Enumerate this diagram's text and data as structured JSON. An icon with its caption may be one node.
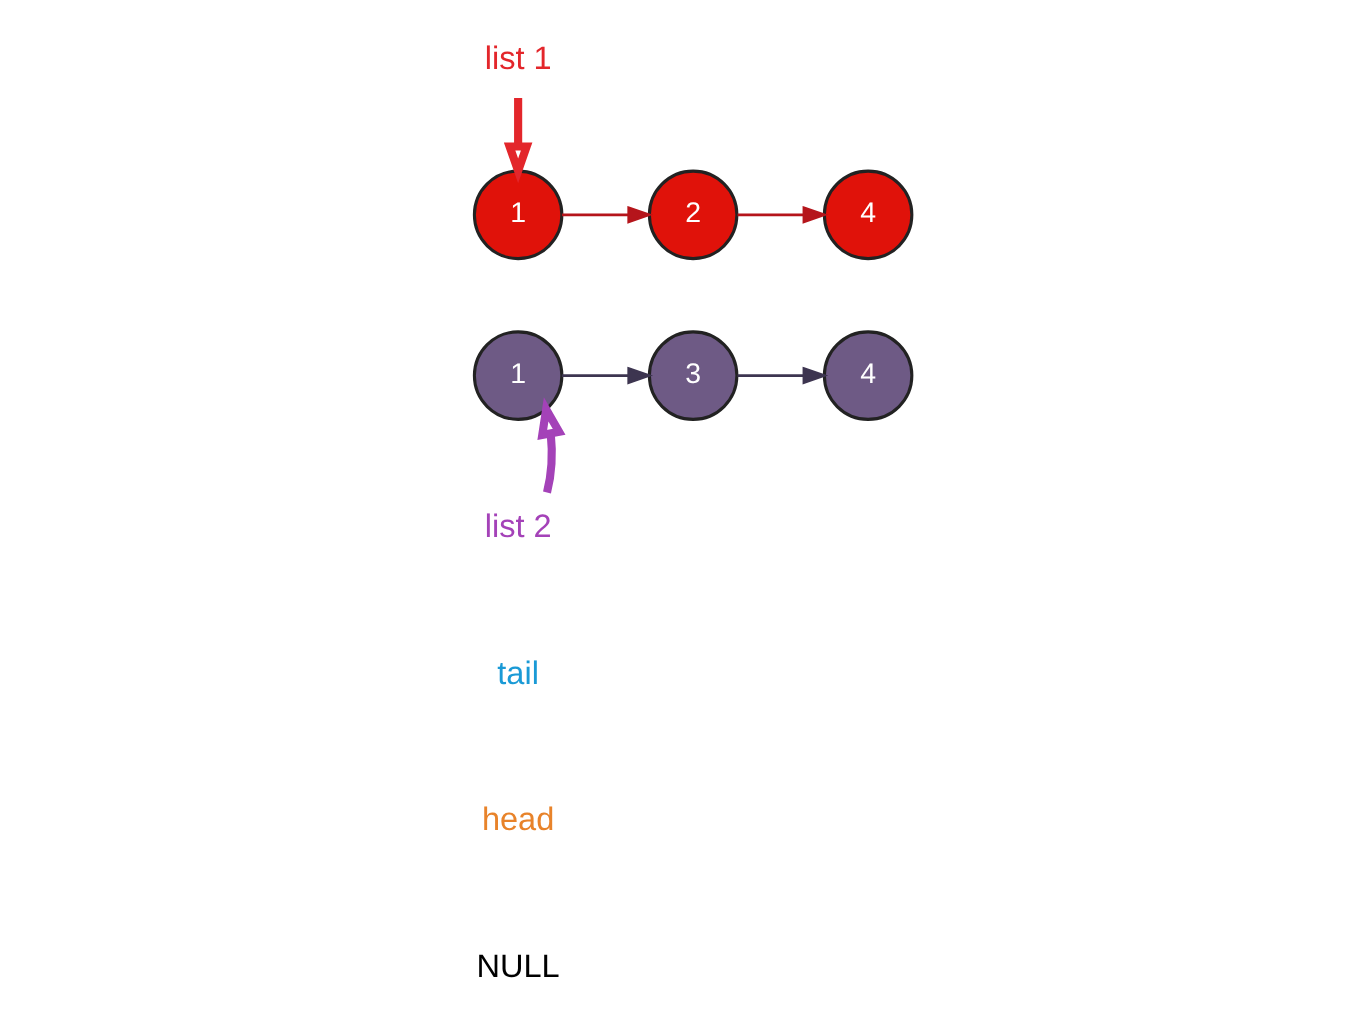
{
  "diagram": {
    "nodes": [
      {
        "text": [
          "list 1"
        ]
      },
      {
        "text": [
          "1"
        ]
      },
      {
        "text": [
          "2"
        ]
      },
      {
        "text": [
          "4"
        ]
      },
      {
        "text": [
          "1"
        ]
      },
      {
        "text": [
          "3"
        ]
      },
      {
        "text": [
          "4"
        ]
      },
      {
        "text": [
          "list 2"
        ]
      }
    ],
    "edges": [
      {
        "from": 0,
        "to": 1,
        "arrow": "to",
        "style": "thick",
        "color": "#e3262b"
      },
      {
        "from": 1,
        "to": 2,
        "arrow": "to",
        "color": "#b5151b"
      },
      {
        "from": 2,
        "to": 3,
        "arrow": "to",
        "color": "#b5151b"
      },
      {
        "from": 4,
        "to": 5,
        "arrow": "to",
        "color": "#3d3550"
      },
      {
        "from": 5,
        "to": 6,
        "arrow": "to",
        "color": "#3d3550"
      },
      {
        "from": 7,
        "to": 4,
        "arrow": "to",
        "style": "thick",
        "color": "#a442b8"
      }
    ],
    "labels": [
      "tail",
      "head",
      "NULL"
    ]
  }
}
